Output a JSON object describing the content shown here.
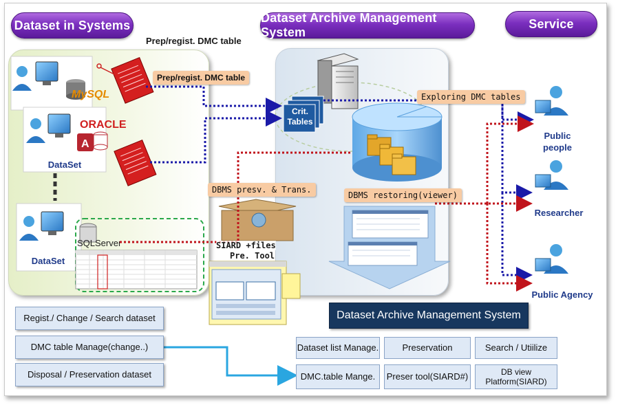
{
  "headers": {
    "left": "Dataset in Systems",
    "center": "Dataset Archive Management System",
    "right": "Service"
  },
  "labels": {
    "prep_top": "Prep/regist. DMC table",
    "prep_arrow": "Prep/regist. DMC table",
    "exploring": "Exploring DMC tables",
    "dbms_presv": "DBMS  presv. & Trans.",
    "dbms_restoring": "DBMS restoring(viewer)",
    "siard_line1": "SIARD +files",
    "siard_line2": "Pre. Tool",
    "crit_tables_1": "Crit.",
    "crit_tables_2": "Tables",
    "dataset_1": "DataSet",
    "dataset_2": "DataSet",
    "mysql": "MySQL",
    "oracle": "ORACLE",
    "sqlserver": "SQLServer",
    "access_letter": "A"
  },
  "users": [
    {
      "label_line1": "Public",
      "label_line2": "people"
    },
    {
      "label_line1": "Researcher",
      "label_line2": ""
    },
    {
      "label_line1": "Public Agency",
      "label_line2": ""
    }
  ],
  "left_menu": [
    "Regist./ Change / Search dataset",
    "DMC table Manage(change..)",
    "Disposal / Preservation dataset"
  ],
  "dams": {
    "title": "Dataset Archive Management System",
    "row1": [
      "Dataset list Manage.",
      "Preservation",
      "Search / Utiilize"
    ],
    "row2": [
      "DMC.table Mange.",
      "Preser tool(SIARD#)",
      "DB view Platform(SIARD)"
    ]
  },
  "colors": {
    "purple": "#7b2fbf",
    "navy": "#17375e",
    "blue_dotted": "#1a1aa8",
    "red_dotted": "#c0141c",
    "orange_label": "#f8cba3",
    "green_dashed": "#2aa84a",
    "light_blue_box": "#dfe9f6",
    "arrow_cyan": "#2aa6e0"
  }
}
